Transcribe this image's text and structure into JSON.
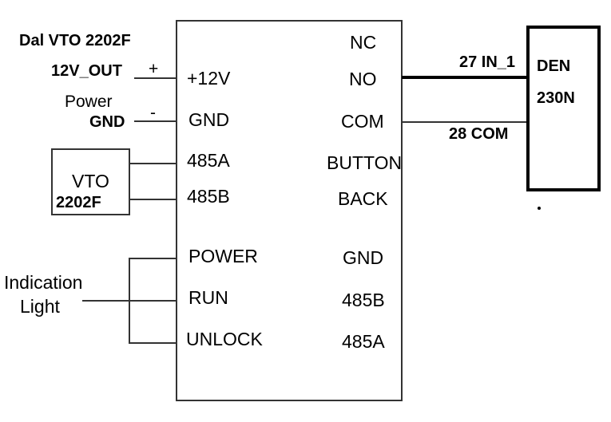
{
  "device_label": "Dal VTO 2202F",
  "power_source": {
    "out_label": "12V_OUT",
    "plus_sign": "+",
    "title": "Power",
    "gnd_label": "GND",
    "minus_sign": "-"
  },
  "vto_box": {
    "line1": "VTO",
    "line2": "2202F"
  },
  "indication": {
    "line1": "Indication",
    "line2": "Light"
  },
  "module_left_pins": [
    "+12V",
    "GND",
    "485A",
    "485B",
    "POWER",
    "RUN",
    "UNLOCK"
  ],
  "module_right_pins": [
    "NC",
    "NO",
    "COM",
    "BUTTON",
    "BACK",
    "GND",
    "485B",
    "485A"
  ],
  "lock": {
    "line1": "DEN",
    "line2": "230N",
    "in_label": "27 IN_1",
    "com_label": "28 COM"
  }
}
